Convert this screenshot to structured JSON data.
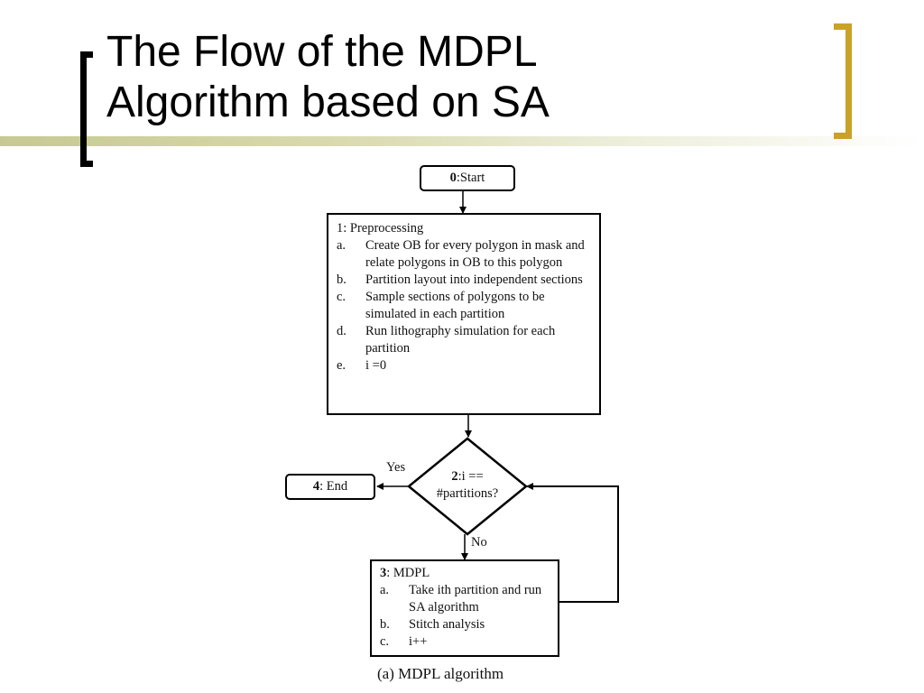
{
  "slide": {
    "title_line1": "The Flow of the MDPL",
    "title_line2": "Algorithm based on SA"
  },
  "flowchart": {
    "start": {
      "num": "0",
      "text": ":Start"
    },
    "preprocess": {
      "num": "1",
      "title": ": Preprocessing",
      "items": [
        {
          "letter": "a.",
          "text": "Create OB for every polygon in mask and relate polygons in OB to this polygon"
        },
        {
          "letter": "b.",
          "text": "Partition layout into independent sections"
        },
        {
          "letter": "c.",
          "text": "Sample sections of polygons to be simulated in each partition"
        },
        {
          "letter": "d.",
          "text": "Run lithography simulation for each partition"
        },
        {
          "letter": "e.",
          "text": "i =0"
        }
      ]
    },
    "decision": {
      "num": "2",
      "line1": ":i ==",
      "line2": "#partitions?"
    },
    "end": {
      "num": "4",
      "text": ": End"
    },
    "yes_label": "Yes",
    "no_label": "No",
    "mdpl": {
      "num": "3",
      "title": ": MDPL",
      "items": [
        {
          "letter": "a.",
          "text": "Take ith partition and run SA algorithm"
        },
        {
          "letter": "b.",
          "text": "Stitch analysis"
        },
        {
          "letter": "c.",
          "text": "i++"
        }
      ]
    },
    "caption": "(a) MDPL algorithm"
  }
}
